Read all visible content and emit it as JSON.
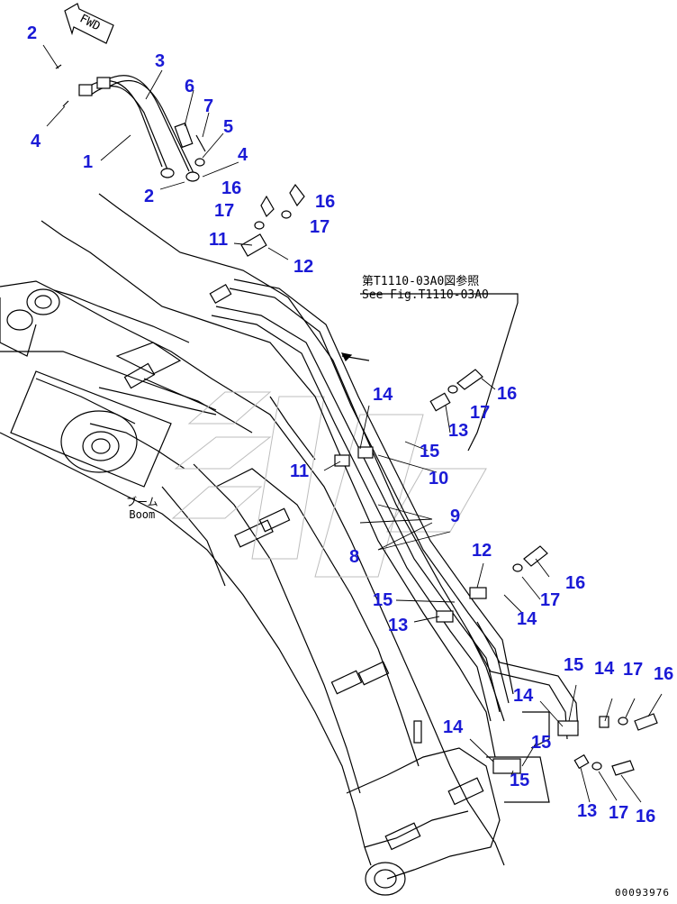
{
  "fwd_label": "FWD",
  "note": {
    "jp": "第T1110-03A0図参照",
    "en": "See Fig.T1110-03A0"
  },
  "boom_label": {
    "jp": "ブーム",
    "en": "Boom"
  },
  "doc_number": "00093976",
  "callouts": [
    "1",
    "2",
    "3",
    "4",
    "2",
    "4",
    "5",
    "6",
    "7",
    "16",
    "16",
    "17",
    "17",
    "11",
    "12",
    "14",
    "16",
    "17",
    "13",
    "15",
    "11",
    "10",
    "9",
    "8",
    "12",
    "15",
    "13",
    "16",
    "17",
    "14",
    "15",
    "14",
    "17",
    "16",
    "14",
    "15",
    "14",
    "15",
    "13",
    "17",
    "16"
  ]
}
